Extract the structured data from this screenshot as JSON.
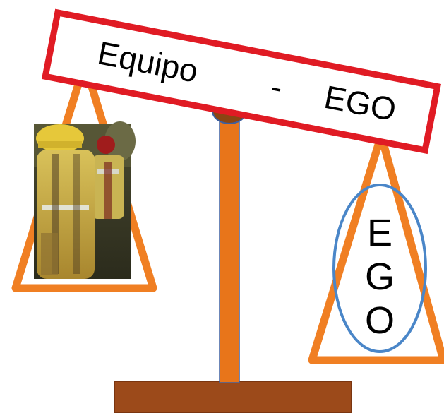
{
  "beam": {
    "left_word": "Equipo",
    "separator": "-",
    "right_word": "EGO"
  },
  "right_pan": {
    "letter_1": "E",
    "letter_2": "G",
    "letter_3": "O"
  },
  "left_pan": {
    "picture": "firefighters-team-photo"
  },
  "colors": {
    "beam_border": "#e01b24",
    "pan_frame": "#f07f23",
    "pole": "#e8751a",
    "pivot": "#8b4513",
    "base": "#9c4a1a",
    "ego_ellipse": "#4a86c8"
  }
}
